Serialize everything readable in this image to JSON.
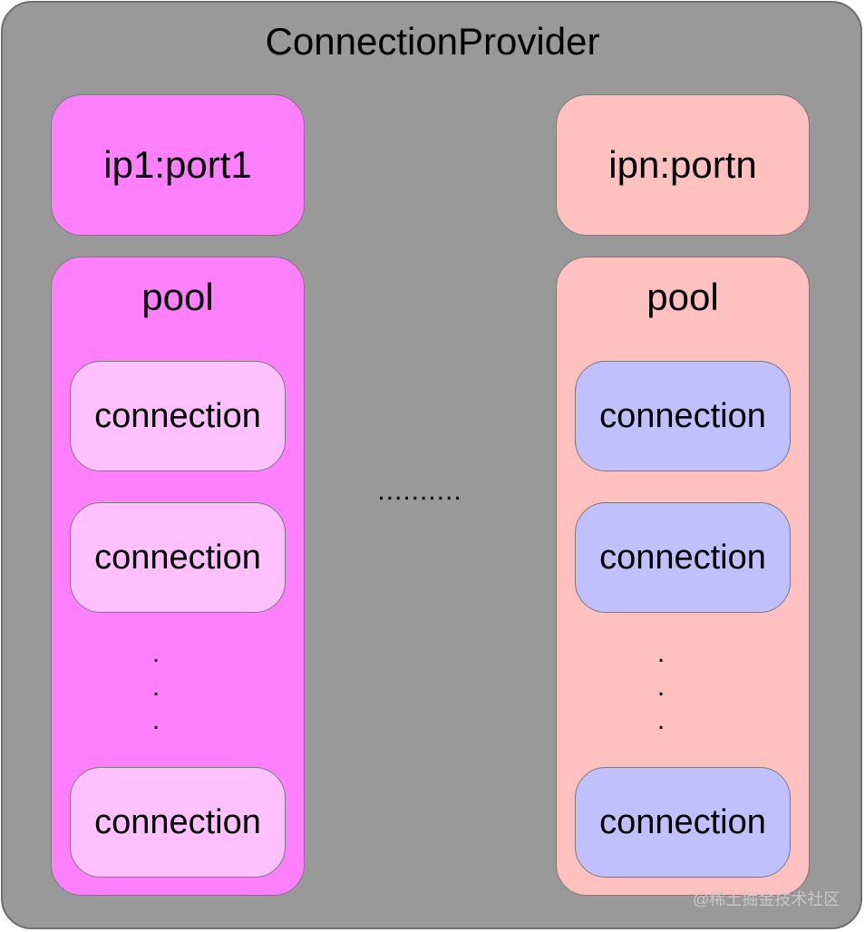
{
  "title": "ConnectionProvider",
  "colors": {
    "provider_bg": "#999999",
    "endpoint1_bg": "#ff80ff",
    "endpointn_bg": "#ffc0c0",
    "conn1_bg": "#ffc0ff",
    "connn_bg": "#c0c0ff"
  },
  "between_ellipsis": "..........",
  "groups": [
    {
      "endpoint": "ip1:port1",
      "pool_label": "pool",
      "connections": [
        "connection",
        "connection",
        "connection"
      ],
      "dots": [
        ".",
        ".",
        "."
      ]
    },
    {
      "endpoint": "ipn:portn",
      "pool_label": "pool",
      "connections": [
        "connection",
        "connection",
        "connection"
      ],
      "dots": [
        ".",
        ".",
        "."
      ]
    }
  ],
  "watermark": "@稀土掘金技术社区"
}
